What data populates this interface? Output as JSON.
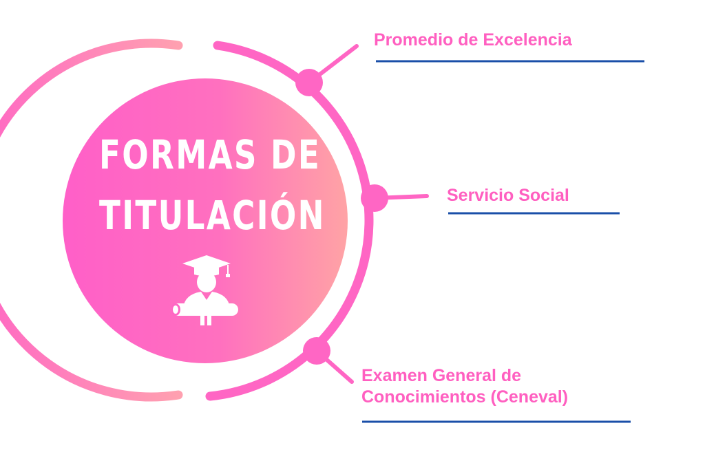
{
  "title": {
    "line1": "FORMAS DE",
    "line2": "TITULACIÓN"
  },
  "options": [
    {
      "label": "Promedio de Excelencia"
    },
    {
      "label": "Servicio Social"
    },
    {
      "label": "Examen General de\nConocimientos (Ceneval)"
    }
  ],
  "colors": {
    "ring": "#ff66c4",
    "label_text": "#ff5fc0",
    "underline": "#1a4fa8",
    "circle_left": "#ff5fc8",
    "circle_right": "#ffa0a6",
    "icon": "#ffffff"
  },
  "icon": "graduate-with-diploma-icon"
}
